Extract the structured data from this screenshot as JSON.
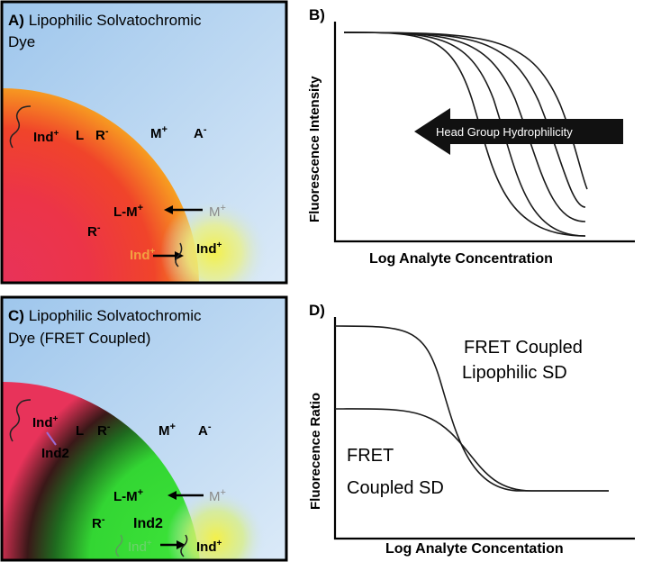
{
  "panel_a": {
    "letter": "A)",
    "title_line1": "Lipophilic Solvatochromic",
    "title_line2": "Dye",
    "ind": "Ind",
    "ind_sup": "+",
    "L": "L",
    "R": "R",
    "R_sup": "-",
    "M": "M",
    "M_sup": "+",
    "A": "A",
    "A_sup": "-",
    "LM": "L-M",
    "LM_sup": "+",
    "R2": "R",
    "R2_sup": "-",
    "M_gray": "M",
    "M_gray_sup": "+",
    "ind_inner": "Ind",
    "ind_inner_sup": "+",
    "ind_edge": "Ind",
    "ind_edge_sup": "+"
  },
  "panel_b": {
    "letter": "B)",
    "ylabel": "Fluorescence Intensity",
    "xlabel": "Log Analyte Concentration",
    "arrow_label": "Head Group Hydrophilicity"
  },
  "panel_c": {
    "letter": "C)",
    "title_line1": "Lipophilic Solvatochromic",
    "title_line2": "Dye (FRET Coupled)",
    "ind": "Ind",
    "ind_sup": "+",
    "ind2": "Ind2",
    "L": "L",
    "R": "R",
    "R_sup": "-",
    "M": "M",
    "M_sup": "+",
    "A": "A",
    "A_sup": "-",
    "LM": "L-M",
    "LM_sup": "+",
    "R2": "R",
    "R2_sup": "-",
    "ind2_center": "Ind2",
    "M_gray": "M",
    "M_gray_sup": "+",
    "ind_inner": "Ind",
    "ind_inner_sup": "+",
    "ind_edge": "Ind",
    "ind_edge_sup": "+"
  },
  "panel_d": {
    "letter": "D)",
    "ylabel": "Fluorecence Ratio",
    "xlabel": "Log Analyte Concentation",
    "curve1_line1": "FRET Coupled",
    "curve1_line2": "Lipophilic SD",
    "curve2_line1": "FRET",
    "curve2_line2": "Coupled SD"
  },
  "colors": {
    "background_blue": "#a9cdee",
    "membrane_red": "#e8335a",
    "membrane_orange": "#f49a2a",
    "membrane_yellow": "#f3ee50",
    "fret_green": "#33dd33",
    "fret_dark": "#3a1a1a",
    "arrow_dark": "#111111"
  }
}
